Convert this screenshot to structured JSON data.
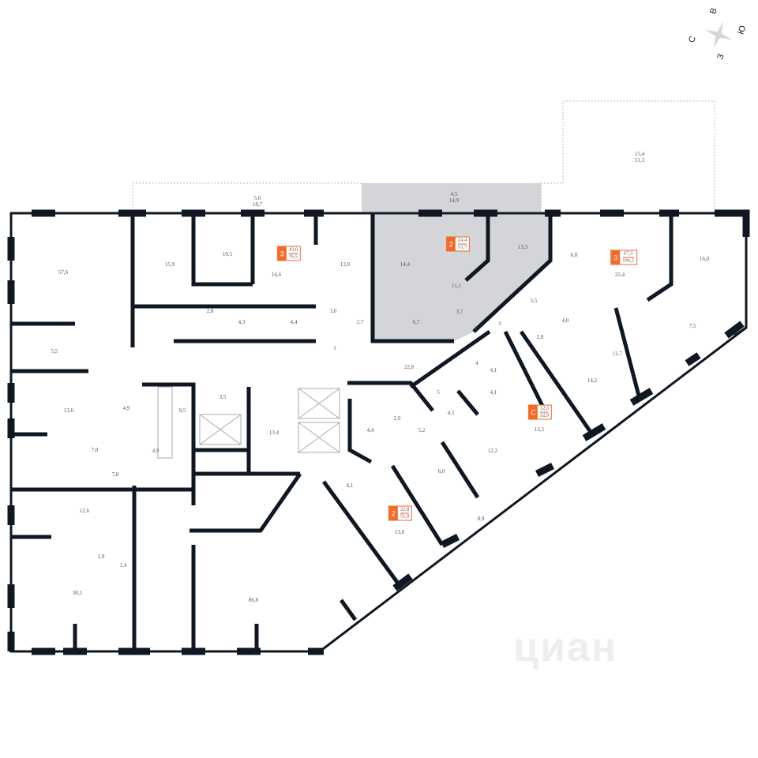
{
  "compass": {
    "north": "С",
    "east": "В",
    "south": "Ю",
    "west": "З"
  },
  "terraces": [
    {
      "area": "5,6",
      "total": "18,7"
    },
    {
      "area": "4,5",
      "total": "14,9"
    },
    {
      "area": "15,4",
      "total": "51,3"
    }
  ],
  "rooms": [
    "57,6",
    "15,9",
    "10,5",
    "16,6",
    "13,9",
    "14,4",
    "11,1",
    "13,3",
    "6,0",
    "25,4",
    "16,0",
    "2,8",
    "4,3",
    "4,4",
    "3,0",
    "2,7",
    "6,7",
    "3,7",
    "5,5",
    "2",
    "3",
    "4,0",
    "2,8",
    "7,5",
    "5,5",
    "1",
    "22,8",
    "4",
    "4,1",
    "4,1",
    "11,7",
    "14,2",
    "13,6",
    "4,9",
    "9,5",
    "3,5",
    "13,4",
    "5",
    "4,5",
    "2,9",
    "4,4",
    "5,2",
    "12,5",
    "12,2",
    "7,0",
    "4,9",
    "7,0",
    "6,0",
    "6,1",
    "8,9",
    "12,6",
    "13,0",
    "1,9",
    "1,4",
    "30,1",
    "86,8"
  ],
  "apartments": [
    {
      "rooms": "3",
      "living": "43,0",
      "total": "76,5"
    },
    {
      "rooms": "2",
      "living": "24,4",
      "total": "53,7",
      "selected": true
    },
    {
      "rooms": "3",
      "living": "67,3",
      "total": "106,5"
    },
    {
      "rooms": "С",
      "living": "12,5",
      "total": "32,9"
    },
    {
      "rooms": "2",
      "living": "22,8",
      "total": "51,9"
    }
  ],
  "watermark": "циан",
  "colors": {
    "accent": "#f06a2a",
    "selected": "#d4d5d8",
    "wall": "#0f1822"
  }
}
